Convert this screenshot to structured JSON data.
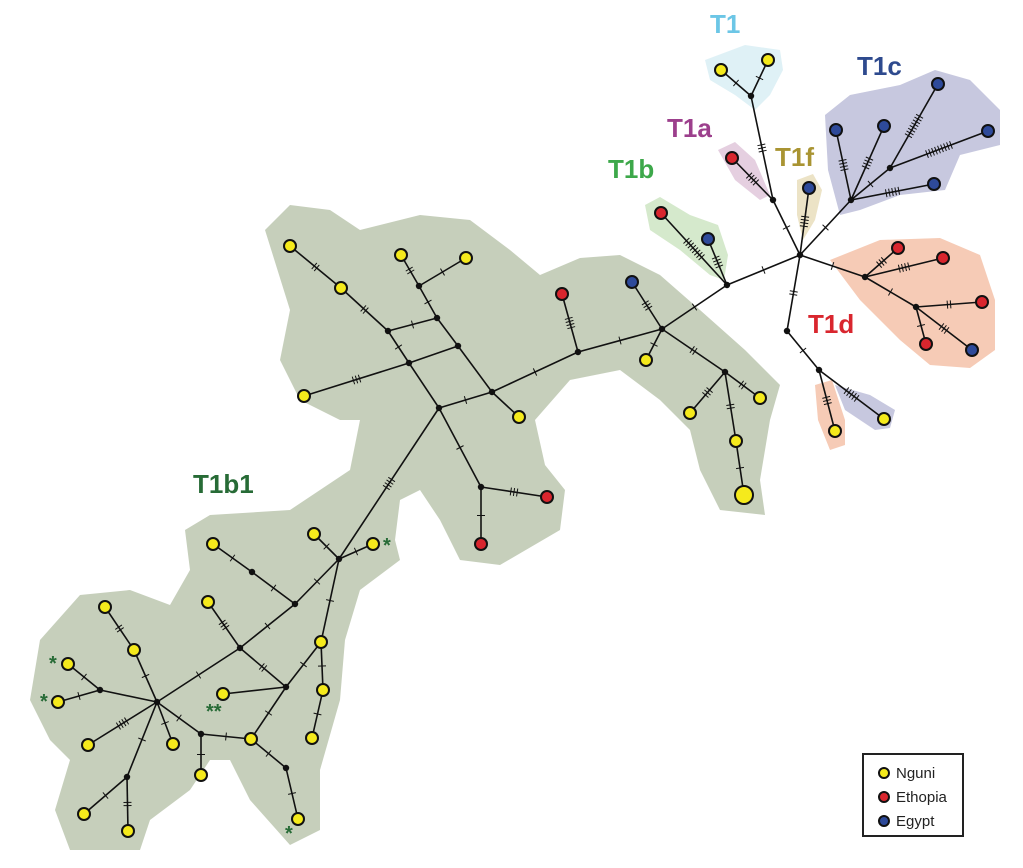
{
  "colors": {
    "nguni": "#f5ea1c",
    "ethiopia": "#d9262e",
    "egypt": "#2e4a9a",
    "node": "#111111"
  },
  "clades": [
    {
      "id": "T1",
      "label": "T1",
      "color": "#6cc6e6",
      "fill": "#dff1f6"
    },
    {
      "id": "T1a",
      "label": "T1a",
      "color": "#9c3f8c",
      "fill": "#e5cfe0"
    },
    {
      "id": "T1f",
      "label": "T1f",
      "color": "#a99432",
      "fill": "#ece3c6"
    },
    {
      "id": "T1c",
      "label": "T1c",
      "color": "#2e4a8e",
      "fill": "#c7c8df"
    },
    {
      "id": "T1b",
      "label": "T1b",
      "color": "#3da84a",
      "fill": "#d5e9cc"
    },
    {
      "id": "T1d",
      "label": "T1d",
      "color": "#d9262e",
      "fill": "#f6cbb6"
    },
    {
      "id": "T1b1",
      "label": "T1b1",
      "color": "#276b36",
      "fill": "#c6cfbb"
    }
  ],
  "annotations": {
    "single": "*",
    "double": "**"
  },
  "legend": {
    "items": [
      {
        "label": "Nguni",
        "key": "nguni"
      },
      {
        "label": "Ethopia",
        "key": "ethiopia"
      },
      {
        "label": "Egypt",
        "key": "egypt"
      }
    ]
  }
}
